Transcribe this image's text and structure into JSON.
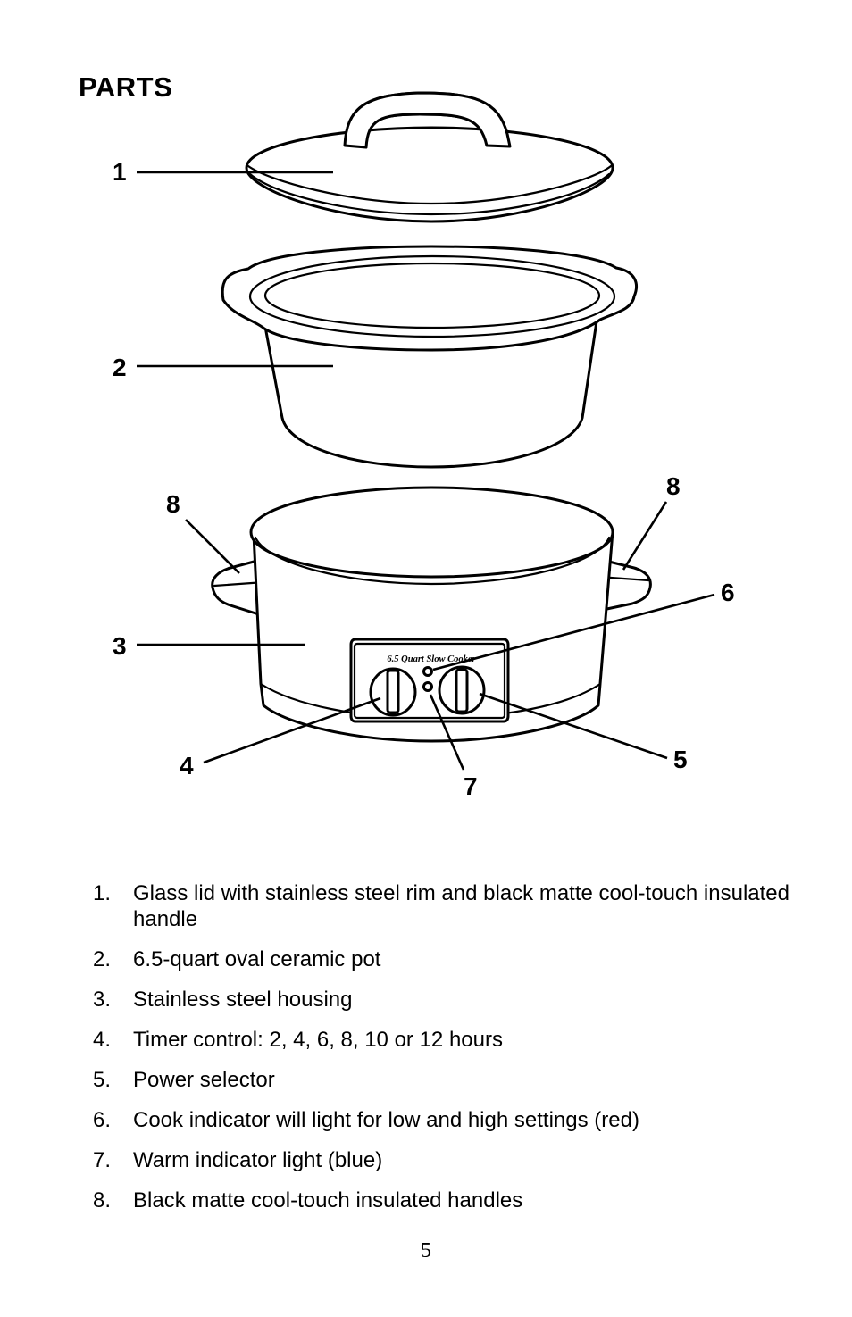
{
  "heading": "PARTS",
  "callouts": {
    "lid": "1",
    "pot": "2",
    "housing": "3",
    "timer": "4",
    "power": "5",
    "cook_light": "6",
    "warm_light": "7",
    "handle_left": "8",
    "handle_right": "8"
  },
  "panel_label": "6.5 Quart Slow Cooker",
  "parts": [
    {
      "num": "1.",
      "text": "Glass lid with stainless steel rim and black matte cool-touch insulated handle"
    },
    {
      "num": "2.",
      "text": "6.5-quart oval ceramic pot"
    },
    {
      "num": "3.",
      "text": "Stainless steel housing"
    },
    {
      "num": "4.",
      "text": "Timer control: 2, 4, 6, 8, 10 or 12 hours"
    },
    {
      "num": "5.",
      "text": "Power selector"
    },
    {
      "num": "6.",
      "text": "Cook indicator will light for low and high settings (red)"
    },
    {
      "num": "7.",
      "text": "Warm indicator light (blue)"
    },
    {
      "num": "8.",
      "text": "Black matte cool-touch insulated handles"
    }
  ],
  "page_number": "5"
}
